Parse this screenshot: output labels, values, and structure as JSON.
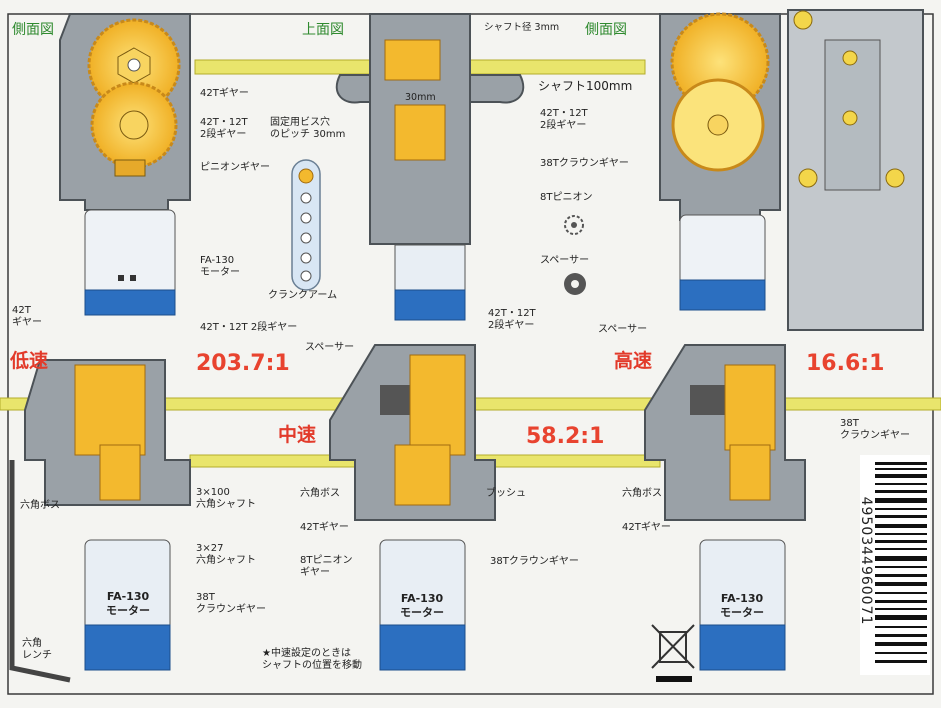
{
  "labels": {
    "side_left": "側面図",
    "top_view": "上面図",
    "side_right": "側面図",
    "shaft_dia": "シャフト径 3mm",
    "shaft_len": "シャフト100mm",
    "dim_30": "30mm",
    "gear42_top": "42Tギヤー",
    "gear_2stage_top": "42T・12T\n2段ギヤー",
    "fixing_hole": "固定用ビス穴\nのピッチ 30mm",
    "pinion_top": "ピニオンギヤー",
    "motor_top": "FA-130\nモーター",
    "crank_arm": "クランクアーム",
    "right_2stage": "42T・12T\n2段ギヤー",
    "crown38_right": "38Tクラウンギヤー",
    "pinion8_right": "8Tピニオン",
    "spacer_right": "スペーサー",
    "low_42t": "42T\nギヤー",
    "low_2stage": "42T・12T 2段ギヤー",
    "mid_spacer": "スペーサー",
    "mid_2stage": "42T・12T\n2段ギヤー",
    "high_spacer": "スペーサー",
    "high_38t": "38T\nクラウンギヤー",
    "low_hexboss": "六角ボス",
    "low_hexshaft100": "3×100\n六角シャフト",
    "low_hexshaft27": "3×27\n六角シャフト",
    "low_38t": "38T\nクラウンギヤー",
    "hex_wrench": "六角\nレンチ",
    "mid_hexboss": "六角ボス",
    "mid_42t": "42Tギヤー",
    "mid_pinion": "8Tピニオン\nギヤー",
    "mid_bush": "ブッシュ",
    "mid_38t": "38Tクラウンギヤー",
    "high_hexboss": "六角ボス",
    "high_42t": "42Tギヤー",
    "note": "★中速設定のときは\nシャフトの位置を移動",
    "motor_name": "FA-130\nモーター",
    "barcode": "4950344960071"
  },
  "speeds": [
    {
      "name": "低速",
      "ratio": "203.7:1"
    },
    {
      "name": "中速",
      "ratio": "58.2:1"
    },
    {
      "name": "高速",
      "ratio": "16.6:1"
    }
  ],
  "colors": {
    "gear": "#f3b92e",
    "gear_dark": "#d4941b",
    "housing": "#8f969c",
    "housing_light": "#c3c8cc",
    "shaft": "#e7e36a",
    "motor_blue": "#2c6fc0",
    "motor_body": "#e8eef4",
    "ratio_red": "#e8432f",
    "title_green": "#2f8a2f"
  }
}
